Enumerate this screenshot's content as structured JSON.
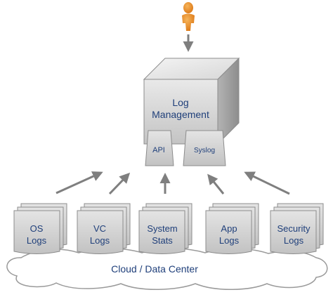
{
  "diagram": {
    "central_box": {
      "line1": "Log",
      "line2": "Management"
    },
    "interfaces": {
      "api": "API",
      "syslog": "Syslog"
    },
    "sources": [
      {
        "line1": "OS",
        "line2": "Logs"
      },
      {
        "line1": "VC",
        "line2": "Logs"
      },
      {
        "line1": "System",
        "line2": "Stats"
      },
      {
        "line1": "App",
        "line2": "Logs"
      },
      {
        "line1": "Security",
        "line2": "Logs"
      }
    ],
    "cloud_label": "Cloud / Data Center",
    "user_icon": "person-icon",
    "colors": {
      "text": "#1f3f7a",
      "box_face": "#d2d2d2",
      "box_top": "#e6e6e6",
      "box_side": "#a9a9a9",
      "arrow": "#7f7f7f",
      "person": "#e8861a",
      "cloud_stroke": "#9a9a9a"
    }
  }
}
